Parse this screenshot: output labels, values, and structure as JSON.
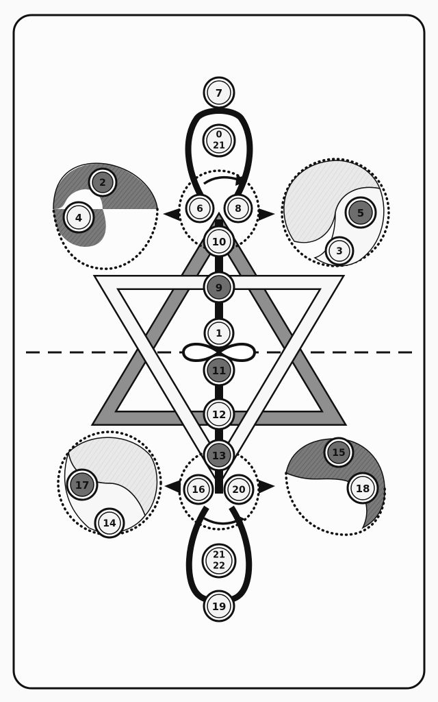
{
  "colors": {
    "ink": "#111111",
    "paper": "#fafafa",
    "shade_dark": "#6d6d6d",
    "shade_mid": "#9a9a9a",
    "shade_light": "#e8e8e8",
    "node_fill": "#f4f4f4"
  },
  "nodes": [
    {
      "id": "n7",
      "label": "7",
      "shade": "light"
    },
    {
      "id": "n0-21",
      "label": "0",
      "label2": "21",
      "shade": "light"
    },
    {
      "id": "n6",
      "label": "6",
      "shade": "light"
    },
    {
      "id": "n8",
      "label": "8",
      "shade": "light"
    },
    {
      "id": "n2",
      "label": "2",
      "shade": "dark"
    },
    {
      "id": "n4",
      "label": "4",
      "shade": "light"
    },
    {
      "id": "n5",
      "label": "5",
      "shade": "dark"
    },
    {
      "id": "n3",
      "label": "3",
      "shade": "light"
    },
    {
      "id": "n10",
      "label": "10",
      "shade": "light"
    },
    {
      "id": "n9",
      "label": "9",
      "shade": "dark"
    },
    {
      "id": "n1",
      "label": "1",
      "shade": "light"
    },
    {
      "id": "n11",
      "label": "11",
      "shade": "dark"
    },
    {
      "id": "n12",
      "label": "12",
      "shade": "light"
    },
    {
      "id": "n13",
      "label": "13",
      "shade": "dark"
    },
    {
      "id": "n16",
      "label": "16",
      "shade": "light"
    },
    {
      "id": "n20",
      "label": "20",
      "shade": "light"
    },
    {
      "id": "n17",
      "label": "17",
      "shade": "dark"
    },
    {
      "id": "n14",
      "label": "14",
      "shade": "light"
    },
    {
      "id": "n15",
      "label": "15",
      "shade": "dark"
    },
    {
      "id": "n18",
      "label": "18",
      "shade": "light"
    },
    {
      "id": "n21-22",
      "label": "21",
      "label2": "22",
      "shade": "light"
    },
    {
      "id": "n19",
      "label": "19",
      "shade": "light"
    }
  ]
}
